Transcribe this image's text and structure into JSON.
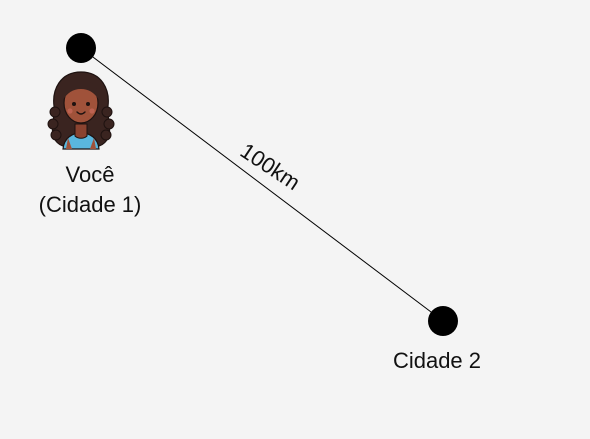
{
  "points": {
    "you": {
      "line1": "Você",
      "line2": "(Cidade 1)"
    },
    "city2": {
      "label": "Cidade 2"
    }
  },
  "distance": {
    "label": "100km"
  },
  "avatar": {
    "icon": "person-avatar-icon",
    "skin_color": "#a0523a",
    "hair_color": "#3a2420",
    "shirt_color": "#5ab7de"
  },
  "colors": {
    "background": "#f4f4f4",
    "point": "#000000",
    "line": "#000000"
  }
}
